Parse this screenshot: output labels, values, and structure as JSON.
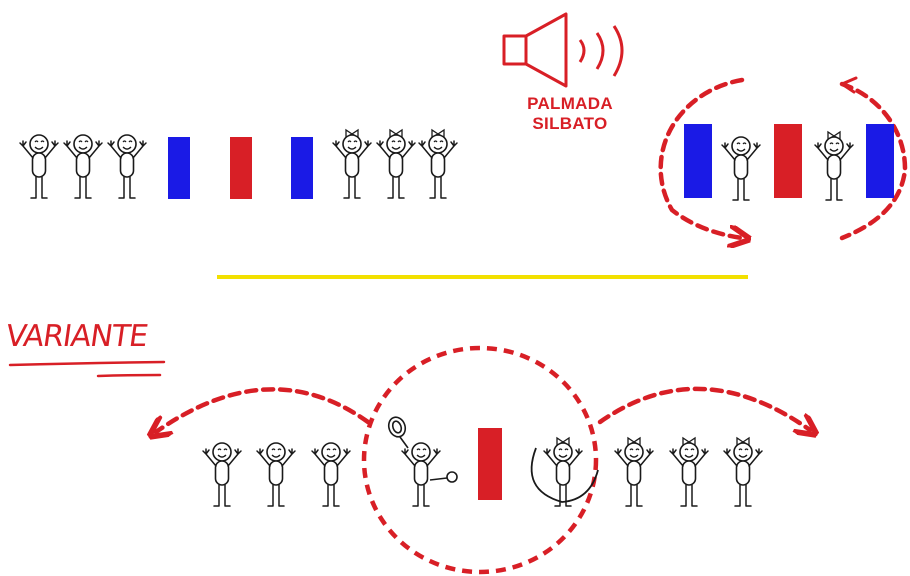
{
  "labels": {
    "signal_line1": "PALMADA",
    "signal_line2": "SILBATO",
    "variant": "VARIANTE"
  },
  "colors": {
    "red": "#d81f26",
    "blue": "#1a1ae6",
    "yellow": "#f2e000",
    "ink": "#1a1a1a"
  },
  "icons": {
    "signal": "speaker-icon",
    "person": "stick-figure-icon",
    "bow_person": "stick-figure-bow-icon",
    "rotation": "dashed-circular-arrow-icon",
    "paddle": "ping-pong-paddle-icon",
    "hoop": "hoop-icon",
    "ball": "ball-icon"
  }
}
